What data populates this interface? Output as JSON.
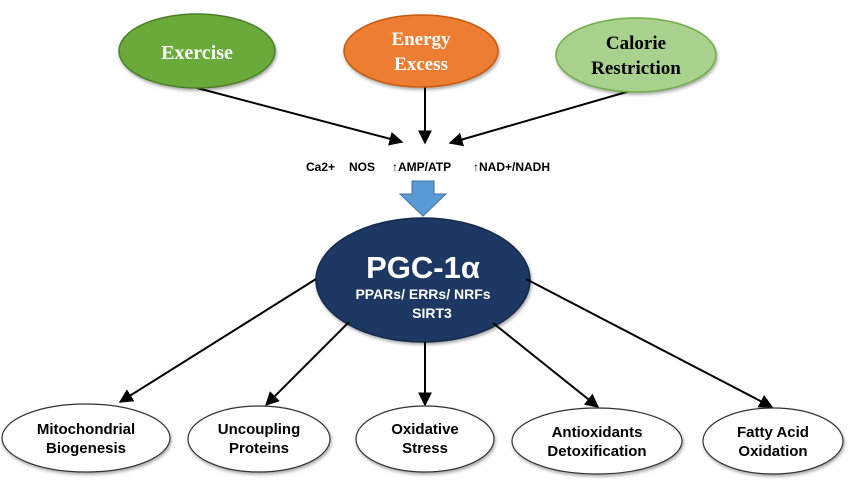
{
  "inputs": {
    "exercise": {
      "label": "Exercise",
      "fill": "#6aaa3a"
    },
    "energy_excess": {
      "line1": "Energy",
      "line2": "Excess",
      "fill": "#ed7d31"
    },
    "calorie_restriction": {
      "line1": "Calorie",
      "line2": "Restriction",
      "fill": "#a9d18e"
    }
  },
  "signals": {
    "ca": "Ca2+",
    "nos": "NOS",
    "amp_atp": "↑AMP/ATP",
    "nad_nadh": "↑NAD+/NADH"
  },
  "hub": {
    "title": "PGC-1α",
    "line2": "PPARs/ ERRs/ NRFs",
    "line3": "SIRT3",
    "fill": "#1f3864"
  },
  "outputs": [
    {
      "line1": "Mitochondrial",
      "line2": "Biogenesis"
    },
    {
      "line1": "Uncoupling",
      "line2": "Proteins"
    },
    {
      "line1": "Oxidative",
      "line2": "Stress"
    },
    {
      "line1": "Antioxidants",
      "line2": "Detoxification"
    },
    {
      "line1": "Fatty Acid",
      "line2": "Oxidation"
    }
  ],
  "colors": {
    "big_arrow": "#5b9bd5",
    "line": "#000000",
    "output_border": "#333333"
  }
}
